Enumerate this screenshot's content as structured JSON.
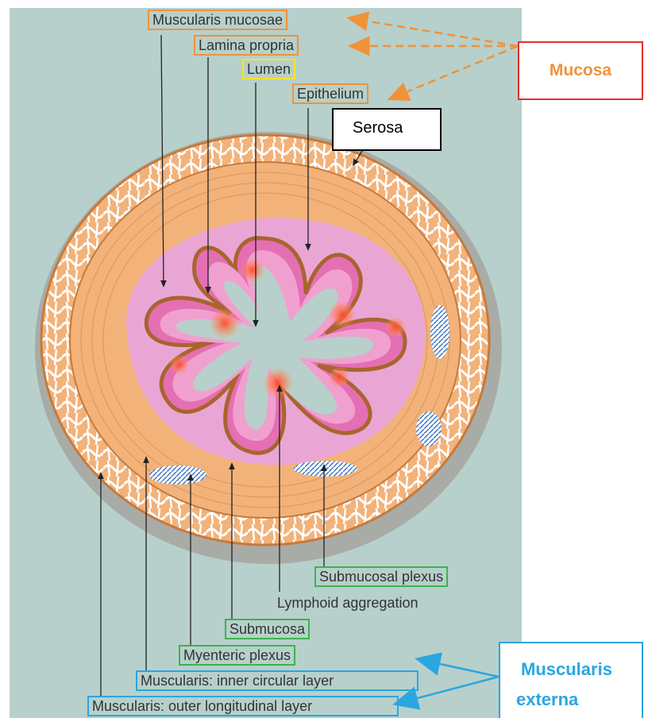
{
  "labels": {
    "muscularis_mucosae": "Muscularis mucosae",
    "lamina_propria": "Lamina propria",
    "lumen": "Lumen",
    "epithelium": "Epithelium",
    "serosa": "Serosa",
    "submucosal_plexus": "Submucosal plexus",
    "lymphoid_aggregation": "Lymphoid aggregation",
    "submucosa": "Submucosa",
    "myenteric_plexus": "Myenteric plexus",
    "inner_circular": "Muscularis: inner circular layer",
    "outer_longitudinal": "Muscularis: outer longitudinal layer"
  },
  "callouts": {
    "mucosa": "Mucosa",
    "muscularis_externa_line1": "Muscularis",
    "muscularis_externa_line2": "externa"
  },
  "colors": {
    "figure_background": "#b7d0cb",
    "serosa_gray": "#a9aba7",
    "muscle_orange": "#f2b27a",
    "muscle_outline": "#c77a3a",
    "submucosa_pink": "#e9a6d5",
    "mucosa_magenta": "#e56fb3",
    "lumen_teal": "#b7d0cb",
    "mucosa_callout": "#f0923a",
    "mucosa_border": "#e0312b",
    "externa_blue": "#2aa6e0",
    "box_green": "#3cb44b",
    "box_yellow": "#f5e52a"
  }
}
